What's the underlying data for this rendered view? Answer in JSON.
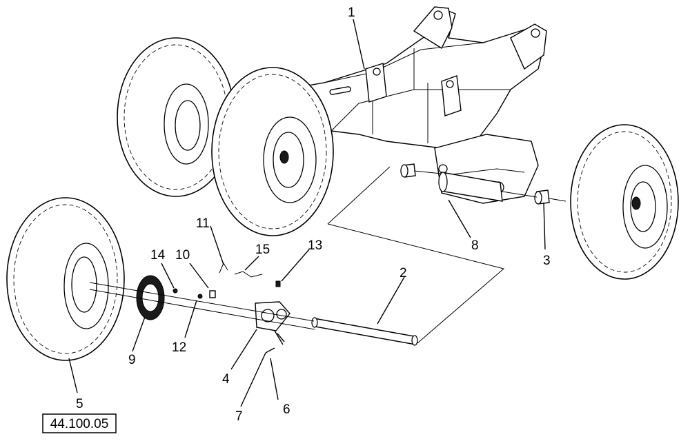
{
  "diagram": {
    "reference_code": "44.100.05",
    "callouts": [
      {
        "id": "1",
        "label": "1"
      },
      {
        "id": "2",
        "label": "2"
      },
      {
        "id": "3",
        "label": "3"
      },
      {
        "id": "4",
        "label": "4"
      },
      {
        "id": "5",
        "label": "5"
      },
      {
        "id": "6",
        "label": "6"
      },
      {
        "id": "7",
        "label": "7"
      },
      {
        "id": "8",
        "label": "8"
      },
      {
        "id": "9",
        "label": "9"
      },
      {
        "id": "10",
        "label": "10"
      },
      {
        "id": "11",
        "label": "11"
      },
      {
        "id": "12",
        "label": "12"
      },
      {
        "id": "13",
        "label": "13"
      },
      {
        "id": "14",
        "label": "14"
      },
      {
        "id": "15",
        "label": "15"
      }
    ]
  }
}
